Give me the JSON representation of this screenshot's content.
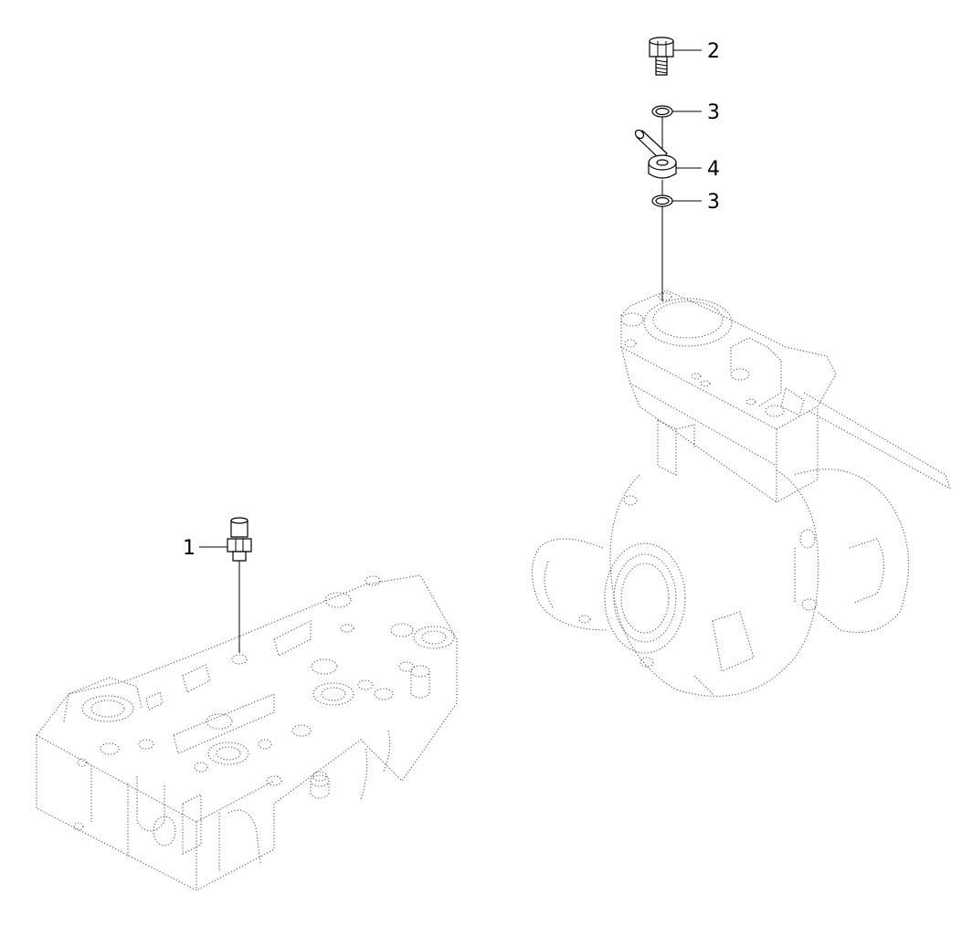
{
  "diagram": {
    "callouts": [
      {
        "id": "callout-1",
        "label": "1"
      },
      {
        "id": "callout-2",
        "label": "2"
      },
      {
        "id": "callout-3a",
        "label": "3"
      },
      {
        "id": "callout-4",
        "label": "4"
      },
      {
        "id": "callout-3b",
        "label": "3"
      }
    ]
  }
}
